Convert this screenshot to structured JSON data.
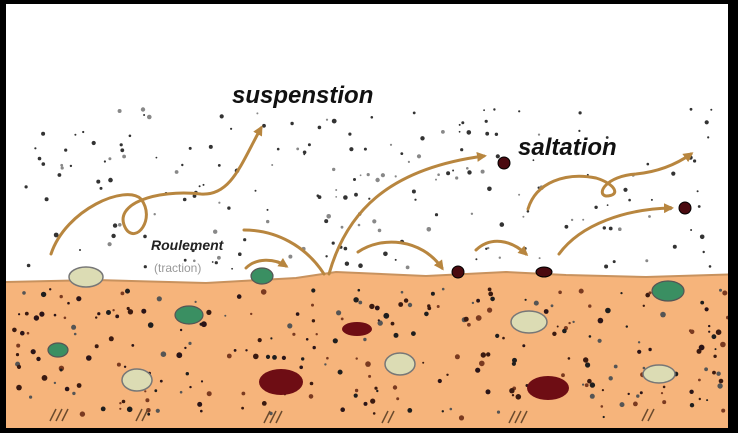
{
  "labels": {
    "suspension": "suspenstion",
    "saltation": "saltation",
    "rolling": "Roulement",
    "traction": "(traction)"
  },
  "colors": {
    "sediment": "#F6B47B",
    "sediment_edge": "#c8925e",
    "arrow": "#B8863F",
    "dark_particle": "#2a1418",
    "maroon_pebble": "#6e0d14",
    "green_pebble": "#3a8f62",
    "beige_pebble": "#dcdcb4",
    "frame": "#000000"
  }
}
